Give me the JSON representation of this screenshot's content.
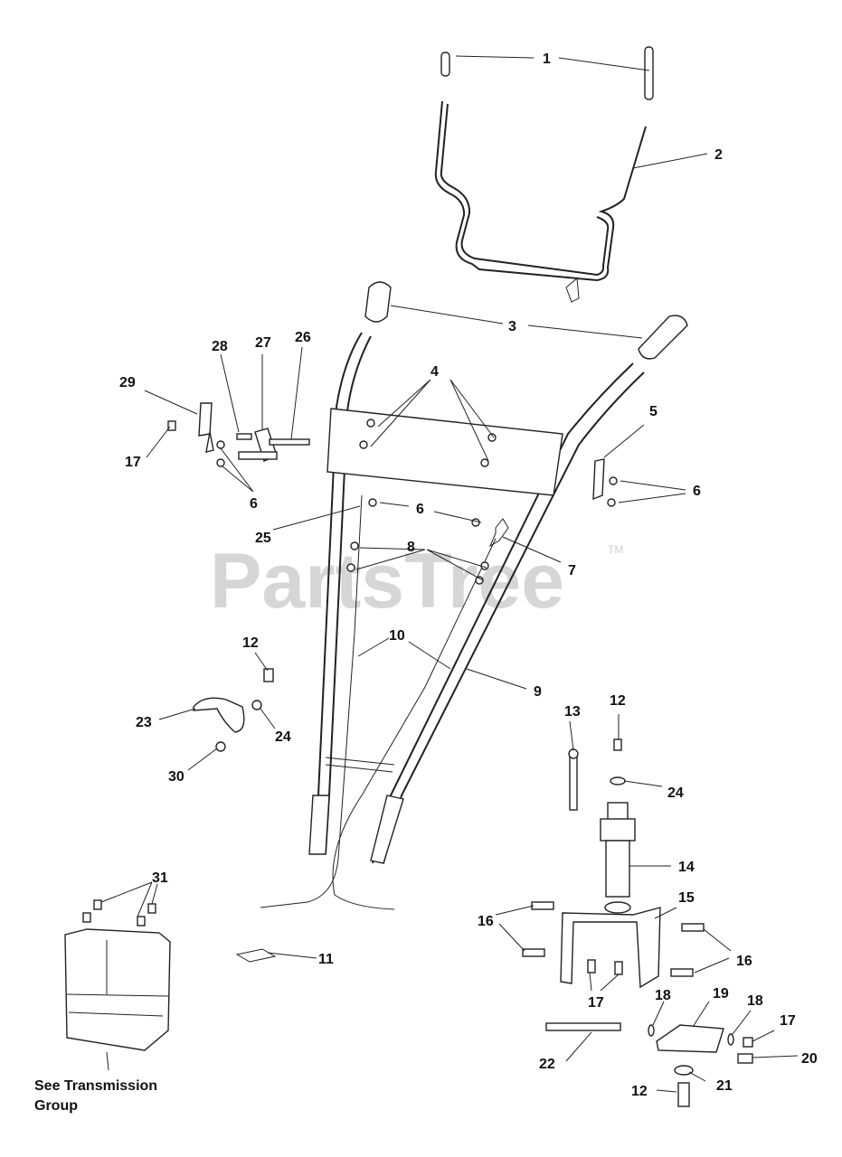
{
  "watermark": {
    "text": "PartsTree",
    "trademark": "TM"
  },
  "note": {
    "line1": "See Transmission",
    "line2": "Group"
  },
  "callouts": [
    {
      "id": "c1",
      "text": "1"
    },
    {
      "id": "c2",
      "text": "2"
    },
    {
      "id": "c3",
      "text": "3"
    },
    {
      "id": "c4",
      "text": "4"
    },
    {
      "id": "c5",
      "text": "5"
    },
    {
      "id": "c6a",
      "text": "6"
    },
    {
      "id": "c6b",
      "text": "6"
    },
    {
      "id": "c6c",
      "text": "6"
    },
    {
      "id": "c7",
      "text": "7"
    },
    {
      "id": "c8",
      "text": "8"
    },
    {
      "id": "c9",
      "text": "9"
    },
    {
      "id": "c10",
      "text": "10"
    },
    {
      "id": "c11",
      "text": "11"
    },
    {
      "id": "c12a",
      "text": "12"
    },
    {
      "id": "c12b",
      "text": "12"
    },
    {
      "id": "c12c",
      "text": "12"
    },
    {
      "id": "c13",
      "text": "13"
    },
    {
      "id": "c14",
      "text": "14"
    },
    {
      "id": "c15",
      "text": "15"
    },
    {
      "id": "c16a",
      "text": "16"
    },
    {
      "id": "c16b",
      "text": "16"
    },
    {
      "id": "c17a",
      "text": "17"
    },
    {
      "id": "c17b",
      "text": "17"
    },
    {
      "id": "c17c",
      "text": "17"
    },
    {
      "id": "c18a",
      "text": "18"
    },
    {
      "id": "c18b",
      "text": "18"
    },
    {
      "id": "c19",
      "text": "19"
    },
    {
      "id": "c20",
      "text": "20"
    },
    {
      "id": "c21",
      "text": "21"
    },
    {
      "id": "c22",
      "text": "22"
    },
    {
      "id": "c23",
      "text": "23"
    },
    {
      "id": "c24a",
      "text": "24"
    },
    {
      "id": "c24b",
      "text": "24"
    },
    {
      "id": "c25",
      "text": "25"
    },
    {
      "id": "c26",
      "text": "26"
    },
    {
      "id": "c27",
      "text": "27"
    },
    {
      "id": "c28",
      "text": "28"
    },
    {
      "id": "c29",
      "text": "29"
    },
    {
      "id": "c30",
      "text": "30"
    },
    {
      "id": "c31",
      "text": "31"
    }
  ]
}
